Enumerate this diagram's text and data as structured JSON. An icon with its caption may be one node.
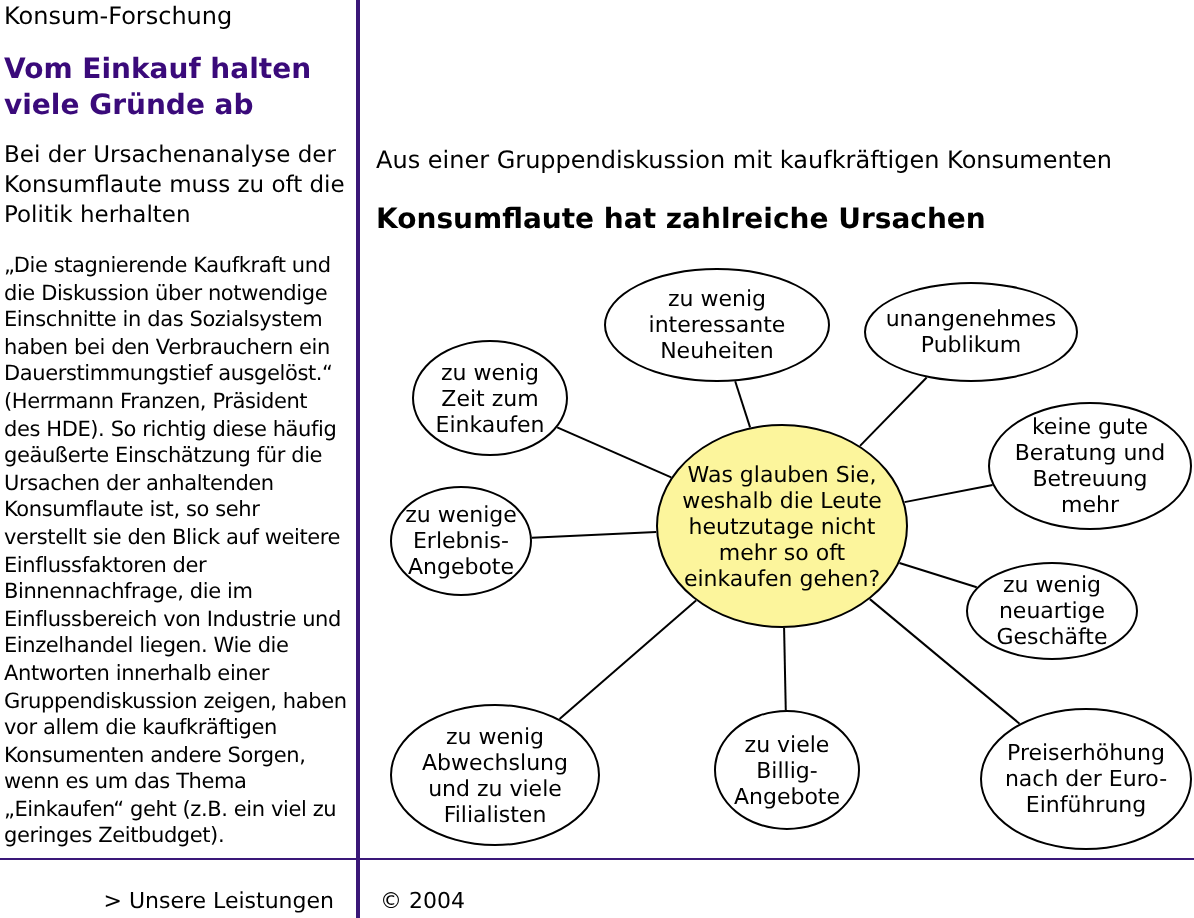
{
  "diagram": {
    "title": "Konsumflaute hat zahlreiche Ursachen",
    "nodes": [
      {
        "text": [
          "Was glauben Sie, weshalb die Leute heutzutage nicht mehr so oft einkaufen gehen?"
        ]
      },
      {
        "text": [
          "zu wenig Zeit zum Einkaufen"
        ]
      },
      {
        "text": [
          "zu wenig interessante Neuheiten"
        ]
      },
      {
        "text": [
          "unangenehmes Publikum"
        ]
      },
      {
        "text": [
          "keine gute Beratung und Betreuung mehr"
        ]
      },
      {
        "text": [
          "zu wenige Erlebnis-Angebote"
        ]
      },
      {
        "text": [
          "zu wenig neuartige Geschäfte"
        ]
      },
      {
        "text": [
          "zu wenig Abwechslung und zu viele Filialisten"
        ]
      },
      {
        "text": [
          "zu viele Billig-Angebote"
        ]
      },
      {
        "text": [
          "Preiserhöhung nach der Euro-Einführung"
        ]
      }
    ],
    "edges": [
      {
        "from": 0,
        "to": 1,
        "arrow": "none"
      },
      {
        "from": 0,
        "to": 2,
        "arrow": "none"
      },
      {
        "from": 0,
        "to": 3,
        "arrow": "none"
      },
      {
        "from": 0,
        "to": 4,
        "arrow": "none"
      },
      {
        "from": 0,
        "to": 5,
        "arrow": "none"
      },
      {
        "from": 0,
        "to": 6,
        "arrow": "none"
      },
      {
        "from": 0,
        "to": 7,
        "arrow": "none"
      },
      {
        "from": 0,
        "to": 8,
        "arrow": "none"
      },
      {
        "from": 0,
        "to": 9,
        "arrow": "none"
      }
    ],
    "labels": [
      "Konsum-Forschung",
      "Vom Einkauf halten viele Gründe ab",
      "Bei der Ursachenanalyse der Konsumflaute muss zu oft die Politik herhalten",
      "„Die stagnierende Kaufkraft und die Diskussion über notwendige Einschnitte in das Sozialsystem haben bei den Verbrauchern ein Dauerstimmungstief ausgelöst.“ (Herrmann Franzen, Präsident des HDE). So richtig diese häufig geäußerte Einschätzung für die Ursachen der anhaltenden Konsumflaute ist, so sehr verstellt sie den Blick auf weitere Einflussfaktoren der Binnennachfrage, die im Einflussbereich von Industrie und Einzelhandel liegen. Wie die Antworten innerhalb einer Gruppendiskussion zeigen, haben vor allem die kaufkräftigen Konsumenten andere Sorgen, wenn es um das Thema „Einkaufen“ geht (z.B. ein viel zu geringes Zeitbudget).",
      "Aus einer Gruppendiskussion mit kaufkräftigen Konsumenten",
      "> Unsere Leistungen",
      "© 2004"
    ]
  }
}
